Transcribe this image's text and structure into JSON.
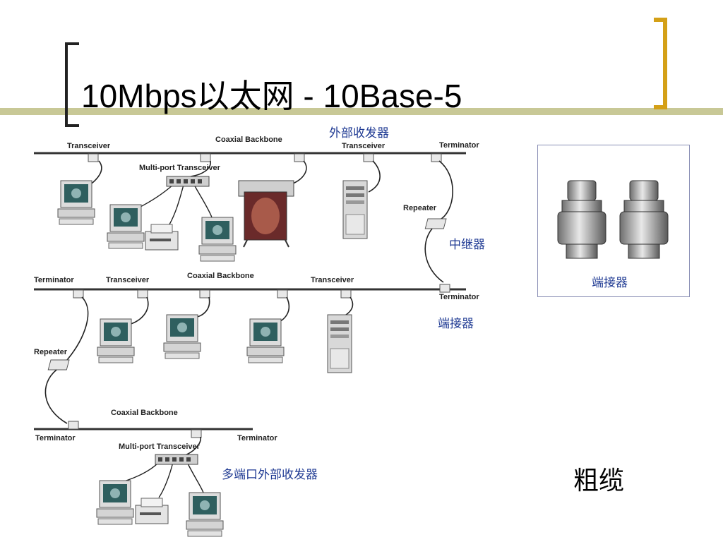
{
  "slide": {
    "title": "10Mbps以太网 - 10Base-5",
    "caption": "粗缆",
    "accent_olive": "#c2c48a",
    "accent_gold": "#d4a017",
    "annotation_color": "#1f3a93"
  },
  "annotations": {
    "external_transceiver": "外部收发器",
    "repeater": "中继器",
    "terminator": "端接器",
    "multiport_transceiver": "多端口外部收发器"
  },
  "photo": {
    "caption": "端接器"
  },
  "diagram": {
    "labels": {
      "transceiver": "Transceiver",
      "coaxial_backbone": "Coaxial Backbone",
      "terminator": "Terminator",
      "multiport_transceiver": "Multi-port Transceiver",
      "repeater": "Repeater"
    }
  }
}
